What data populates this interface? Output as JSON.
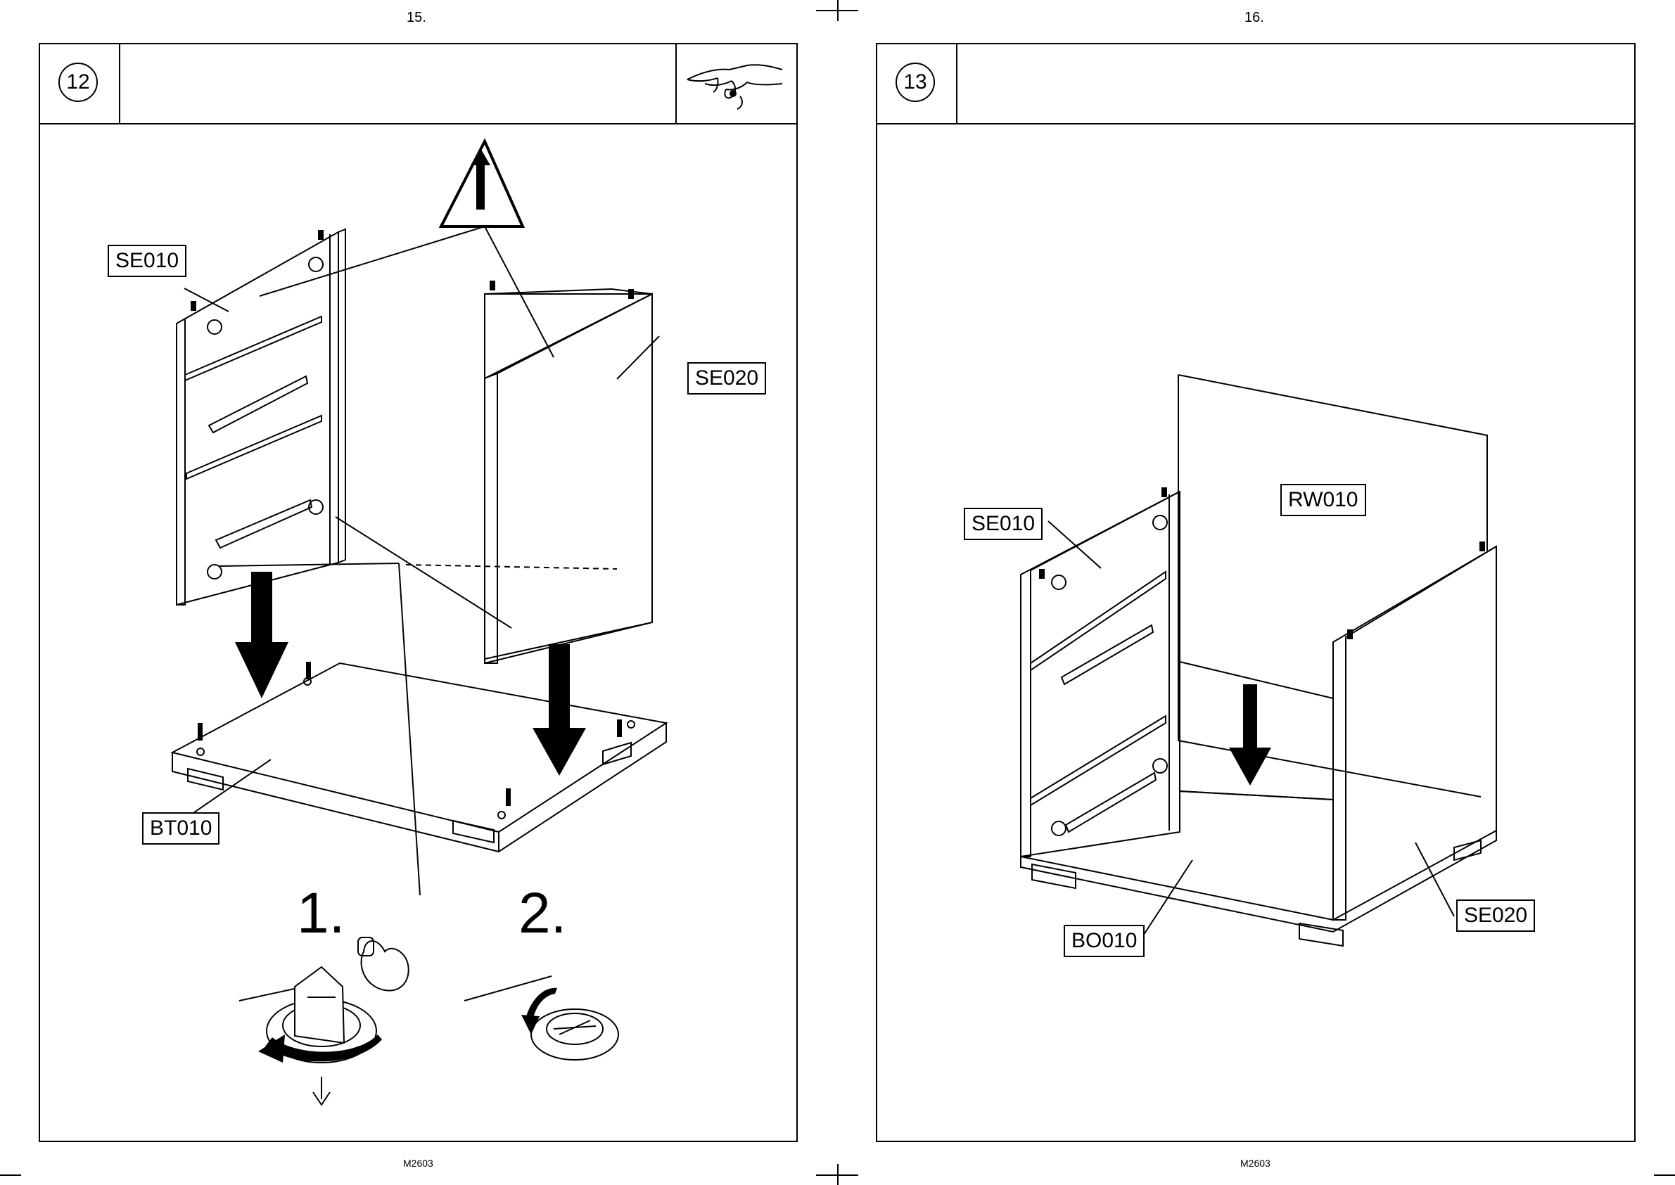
{
  "left_page": {
    "page_number": "15.",
    "footer": "M2603",
    "step": "12",
    "hint_icon": "hand-pointing-icon",
    "warning_icon": "arrow-up-warning-triangle-icon",
    "parts": {
      "side_left": "SE010",
      "side_right": "SE020",
      "bottom": "BT010"
    },
    "sequence": {
      "first": "1.",
      "second": "2."
    }
  },
  "right_page": {
    "page_number": "16.",
    "footer": "M2603",
    "step": "13",
    "parts": {
      "side_left": "SE010",
      "back": "RW010",
      "side_right": "SE020",
      "bottom": "BO010"
    }
  }
}
